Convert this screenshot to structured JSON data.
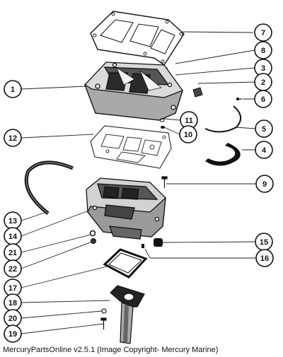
{
  "callouts": {
    "c1": "1",
    "c2": "2",
    "c3": "3",
    "c4": "4",
    "c5": "5",
    "c6": "6",
    "c7": "7",
    "c8": "8",
    "c9": "9",
    "c10": "10",
    "c11": "11",
    "c12": "12",
    "c13": "13",
    "c14": "14",
    "c15": "15",
    "c16": "16",
    "c17": "17",
    "c18": "18",
    "c19": "19",
    "c20": "20",
    "c21": "21",
    "c22": "22"
  },
  "caption": "MercuryPartsOnline v2.5.1 (Image Copyright- Mercury Marine)"
}
